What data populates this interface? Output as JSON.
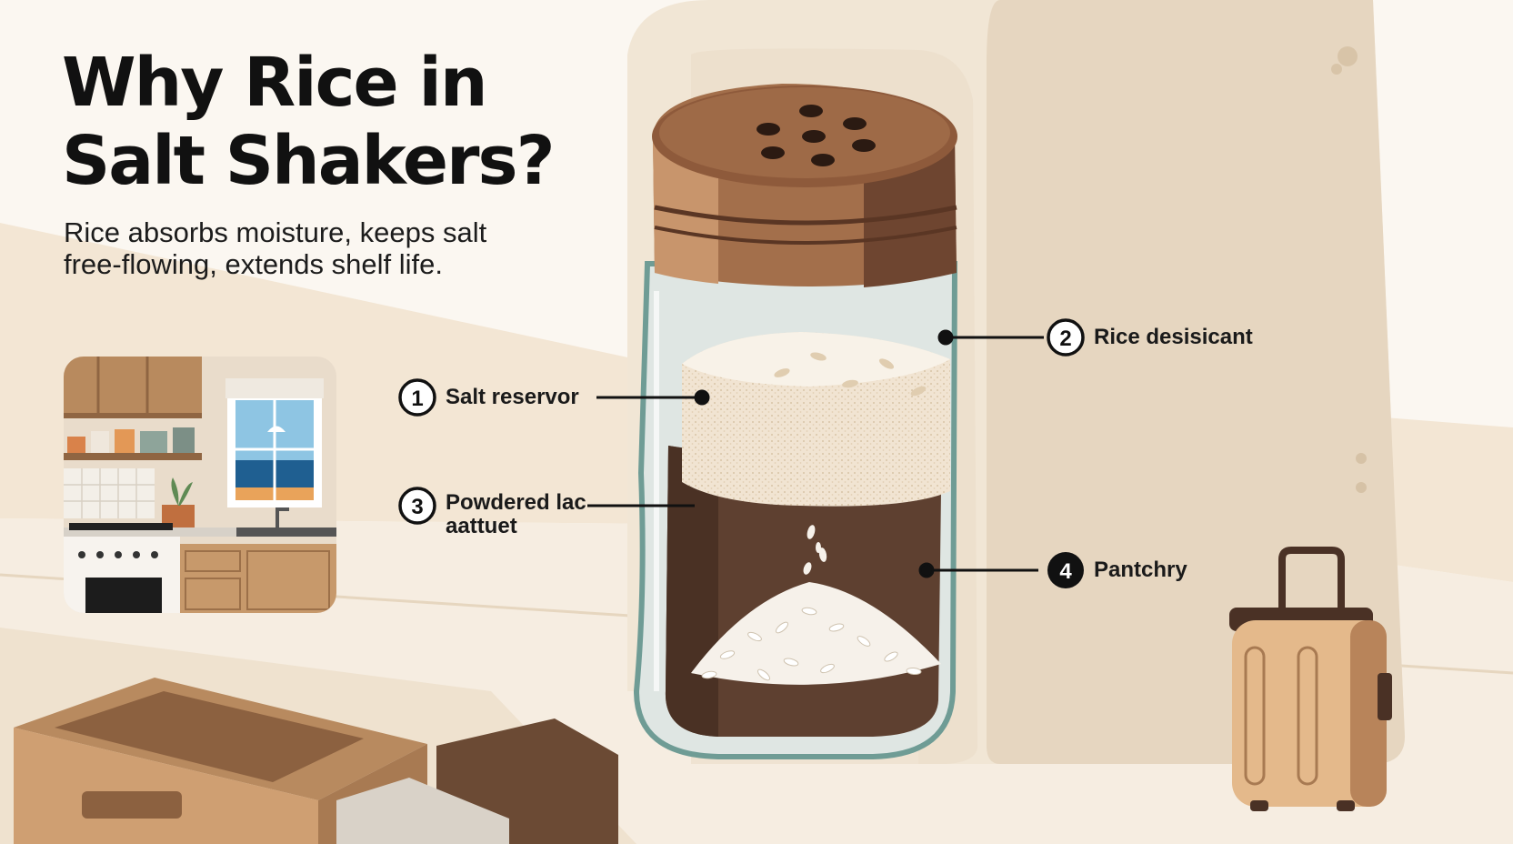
{
  "title": {
    "line1": "Why Rice in",
    "line2": "Salt Shakers?"
  },
  "subtitle": {
    "line1": "Rice absorbs moisture, keeps salt",
    "line2": "free-flowing, extends shelf life."
  },
  "callouts": [
    {
      "number": "1",
      "label": "Salt reservor"
    },
    {
      "number": "2",
      "label": "Rice desisicant"
    },
    {
      "number": "3",
      "label_line1": "Powdered lac",
      "label_line2": "aattuet"
    },
    {
      "number": "4",
      "label": "Pantchry"
    }
  ],
  "colors": {
    "cap_brown": "#9c6a48",
    "rice_white": "#f4ece0",
    "lower_chamber": "#5e4030",
    "cabinet_cream": "#efe4d2",
    "luggage_tan": "#e3b98b",
    "callout_black": "#111111"
  },
  "icons": [
    "kitchen-vignette",
    "salt-shaker",
    "rice-grains",
    "luggage-icon",
    "storage-box"
  ]
}
